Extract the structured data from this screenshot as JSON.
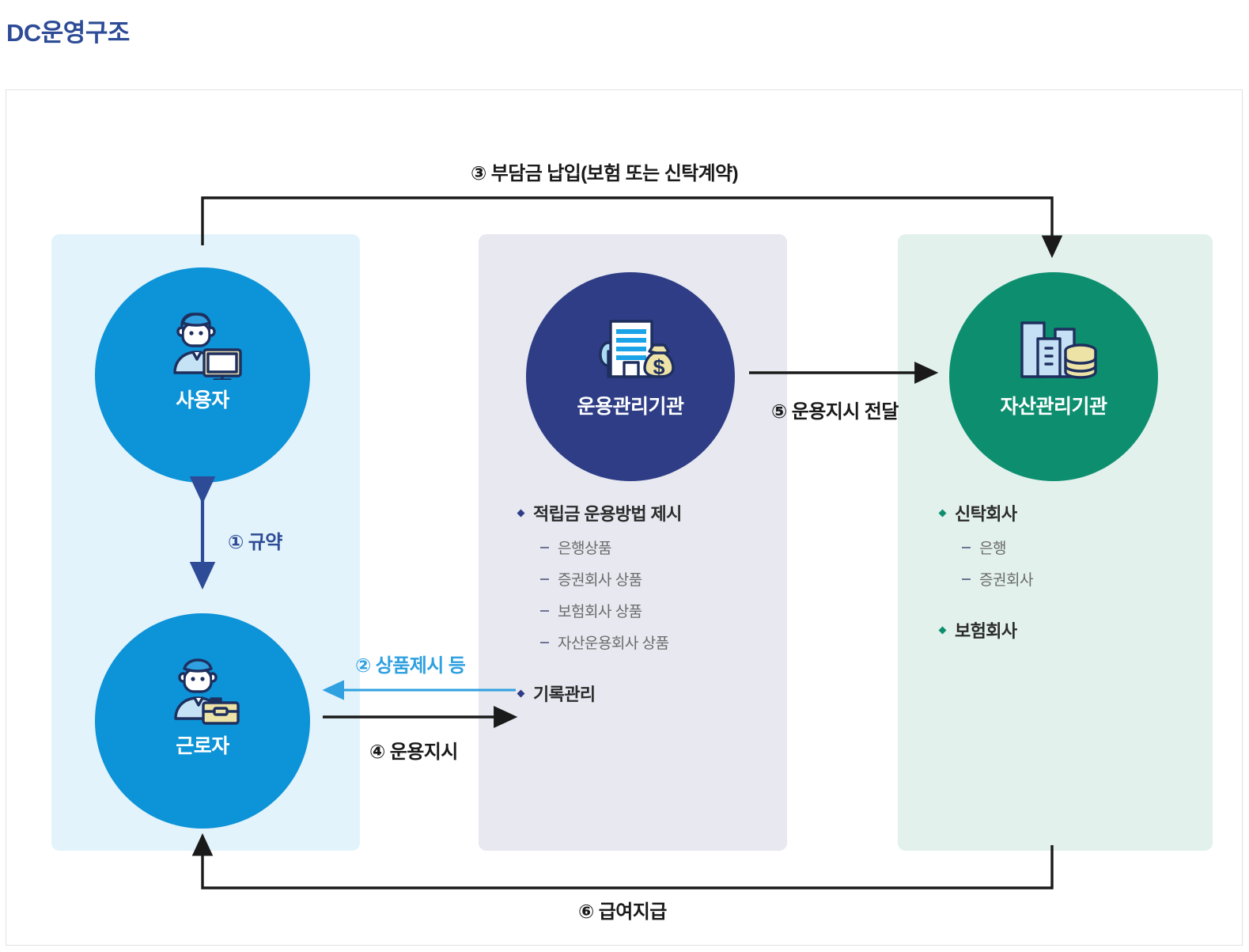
{
  "page": {
    "title": "DC운영구조"
  },
  "colors": {
    "title": "#2d4b96",
    "employer_panel": "#e3f3fb",
    "operator_panel": "#e7e8f0",
    "asset_panel": "#e2f1ec",
    "employer_circle": "#0d93d7",
    "operator_circle": "#2e3d86",
    "asset_circle": "#0d8f6f",
    "arrow_black": "#1a1a1a",
    "arrow_navy": "#2d4b96",
    "arrow_lightblue": "#2fa0e0"
  },
  "nodes": [
    {
      "id": "employer",
      "label": "사용자",
      "icon": "person-with-monitor-icon"
    },
    {
      "id": "worker",
      "label": "근로자",
      "icon": "person-with-briefcase-icon"
    },
    {
      "id": "operator",
      "label": "운용관리기관",
      "icon": "building-with-moneybag-icon"
    },
    {
      "id": "asset",
      "label": "자산관리기관",
      "icon": "buildings-with-coins-icon"
    }
  ],
  "operator_list": {
    "item1": "적립금 운용방법 제시",
    "sub1": "은행상품",
    "sub2": "증권회사 상품",
    "sub3": "보험회사 상품",
    "sub4": "자산운용회사 상품",
    "item2": "기록관리"
  },
  "asset_list": {
    "item1": "신탁회사",
    "sub1": "은행",
    "sub2": "증권회사",
    "item2": "보험회사"
  },
  "flows": {
    "step1": "① 규약",
    "step2": "② 상품제시 등",
    "step3": "③ 부담금 납입(보험 또는 신탁계약)",
    "step4": "④ 운용지시",
    "step5": "⑤ 운용지시 전달",
    "step6": "⑥ 급여지급"
  }
}
